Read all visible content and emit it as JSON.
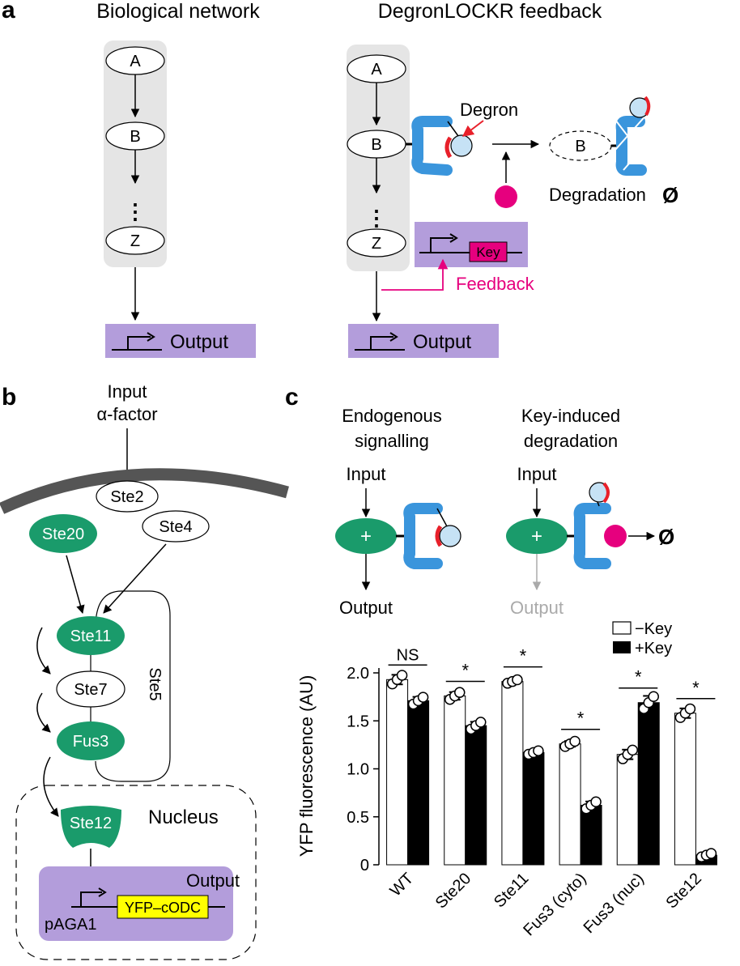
{
  "panels": {
    "a": "a",
    "b": "b",
    "c": "c"
  },
  "panel_a": {
    "left_title": "Biological network",
    "right_title": "DegronLOCKR feedback",
    "nodes": [
      "A",
      "B",
      "Z"
    ],
    "ellipsis": "⋮",
    "output": "Output",
    "degron": "Degron",
    "degradation": "Degradation",
    "empty_set": "Ø",
    "key": "Key",
    "feedback": "Feedback"
  },
  "panel_b": {
    "input": "Input",
    "alpha_factor": "α-factor",
    "proteins": {
      "ste2": "Ste2",
      "ste4": "Ste4",
      "ste20": "Ste20",
      "ste11": "Ste11",
      "ste7": "Ste7",
      "ste5": "Ste5",
      "fus3": "Fus3",
      "ste12": "Ste12"
    },
    "nucleus": "Nucleus",
    "output": "Output",
    "promoter": "pAGA1",
    "reporter": "YFP–cODC"
  },
  "panel_c": {
    "schematic": {
      "left_title_1": "Endogenous",
      "left_title_2": "signalling",
      "right_title_1": "Key-induced",
      "right_title_2": "degradation",
      "input": "Input",
      "output": "Output",
      "plus": "+",
      "empty_set": "Ø"
    },
    "legend": {
      "minus": "−Key",
      "plus": "+Key"
    },
    "significance": {
      "ns": "NS",
      "star": "*"
    }
  },
  "chart_data": {
    "type": "bar",
    "ylabel": "YFP fluorescence (AU)",
    "ylim": [
      0,
      2.0
    ],
    "yticks": [
      "0",
      "0.5",
      "1.0",
      "1.5",
      "2.0"
    ],
    "categories": [
      "WT",
      "Ste20",
      "Ste11",
      "Fus3 (cyto)",
      "Fus3 (nuc)",
      "Ste12"
    ],
    "series": [
      {
        "name": "−Key",
        "color": "#ffffff",
        "values": [
          1.93,
          1.76,
          1.91,
          1.26,
          1.15,
          1.58
        ],
        "errors": [
          0.05,
          0.04,
          0.02,
          0.03,
          0.05,
          0.05
        ]
      },
      {
        "name": "+Key",
        "color": "#000000",
        "values": [
          1.71,
          1.45,
          1.17,
          0.62,
          1.69,
          0.1
        ],
        "errors": [
          0.04,
          0.04,
          0.02,
          0.04,
          0.07,
          0.02
        ]
      }
    ],
    "annotations": [
      "NS",
      "*",
      "*",
      "*",
      "*",
      "*"
    ]
  }
}
